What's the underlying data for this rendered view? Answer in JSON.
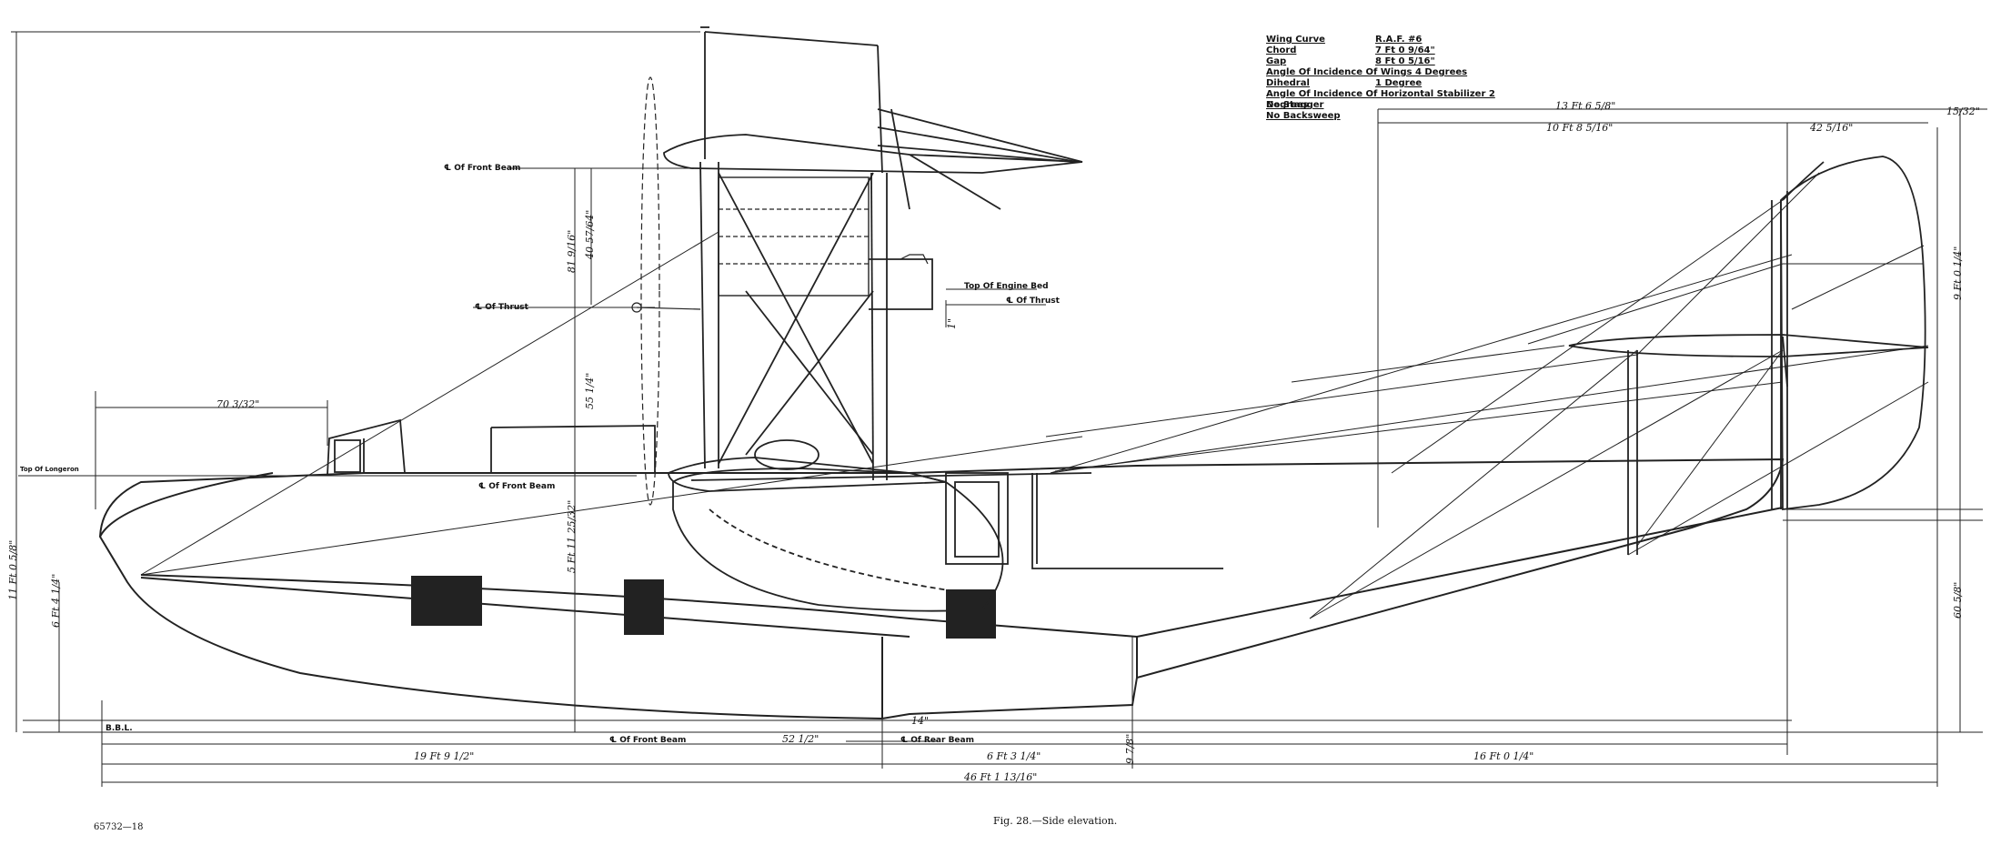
{
  "spec_table": [
    {
      "label": "Wing Curve",
      "value": "R.A.F. #6"
    },
    {
      "label": "Chord",
      "value": "7 Ft 0 9/64\""
    },
    {
      "label": "Gap",
      "value": "8 Ft 0 5/16\""
    },
    {
      "label": "Angle Of Incidence Of Wings 4 Degrees",
      "value": ""
    },
    {
      "label": "Dihedral",
      "value": "1 Degree"
    },
    {
      "label": "Angle Of Incidence Of Horizontal Stabilizer 2 Degrees",
      "value": ""
    },
    {
      "label": "No Stagger",
      "value": ""
    },
    {
      "label": "No Backsweep",
      "value": ""
    }
  ],
  "labels": {
    "front_beam_top": "℄ Of Front Beam",
    "thrust": "℄ Of Thrust",
    "top_engine_bed": "Top Of Engine Bed",
    "thrust_right": "℄ Of Thrust",
    "top_longeron": "Top Of Longeron",
    "front_beam_mid": "℄ Of Front Beam",
    "bbl": "B.B.L.",
    "front_beam_bottom": "℄ Of Front Beam",
    "rear_beam_bottom": "℄ Of Rear Beam"
  },
  "dimensions": {
    "d_70": "70 3/32\"",
    "d_81": "81 9/16\"",
    "d_40": "40 57/64\"",
    "d_55": "55 1/4\"",
    "d_1in": "1\"",
    "d_5ft": "5 Ft 11 25/32\"",
    "d_11ft": "11 Ft 0 5/8\"",
    "d_6ft": "6 Ft 4 1/4\"",
    "d_13ft": "13 Ft 6 5/8\"",
    "d_10ft": "10 Ft 8 5/16\"",
    "d_42": "42 5/16\"",
    "d_15": "15/32\"",
    "d_9ft": "9 Ft 0 1/4\"",
    "d_60": "60 5/8\"",
    "d_19ft": "19 Ft 9 1/2\"",
    "d_52": "52 1/2\"",
    "d_6ft4": "6 Ft 3 1/4\"",
    "d_16ft": "16 Ft 0 1/4\"",
    "d_46ft": "46 Ft 1 13/16\"",
    "d_14": "14\"",
    "d_97": "9 7/8\""
  },
  "footer": {
    "plate_number": "65732—18",
    "caption": "Fig. 28.—Side elevation."
  }
}
